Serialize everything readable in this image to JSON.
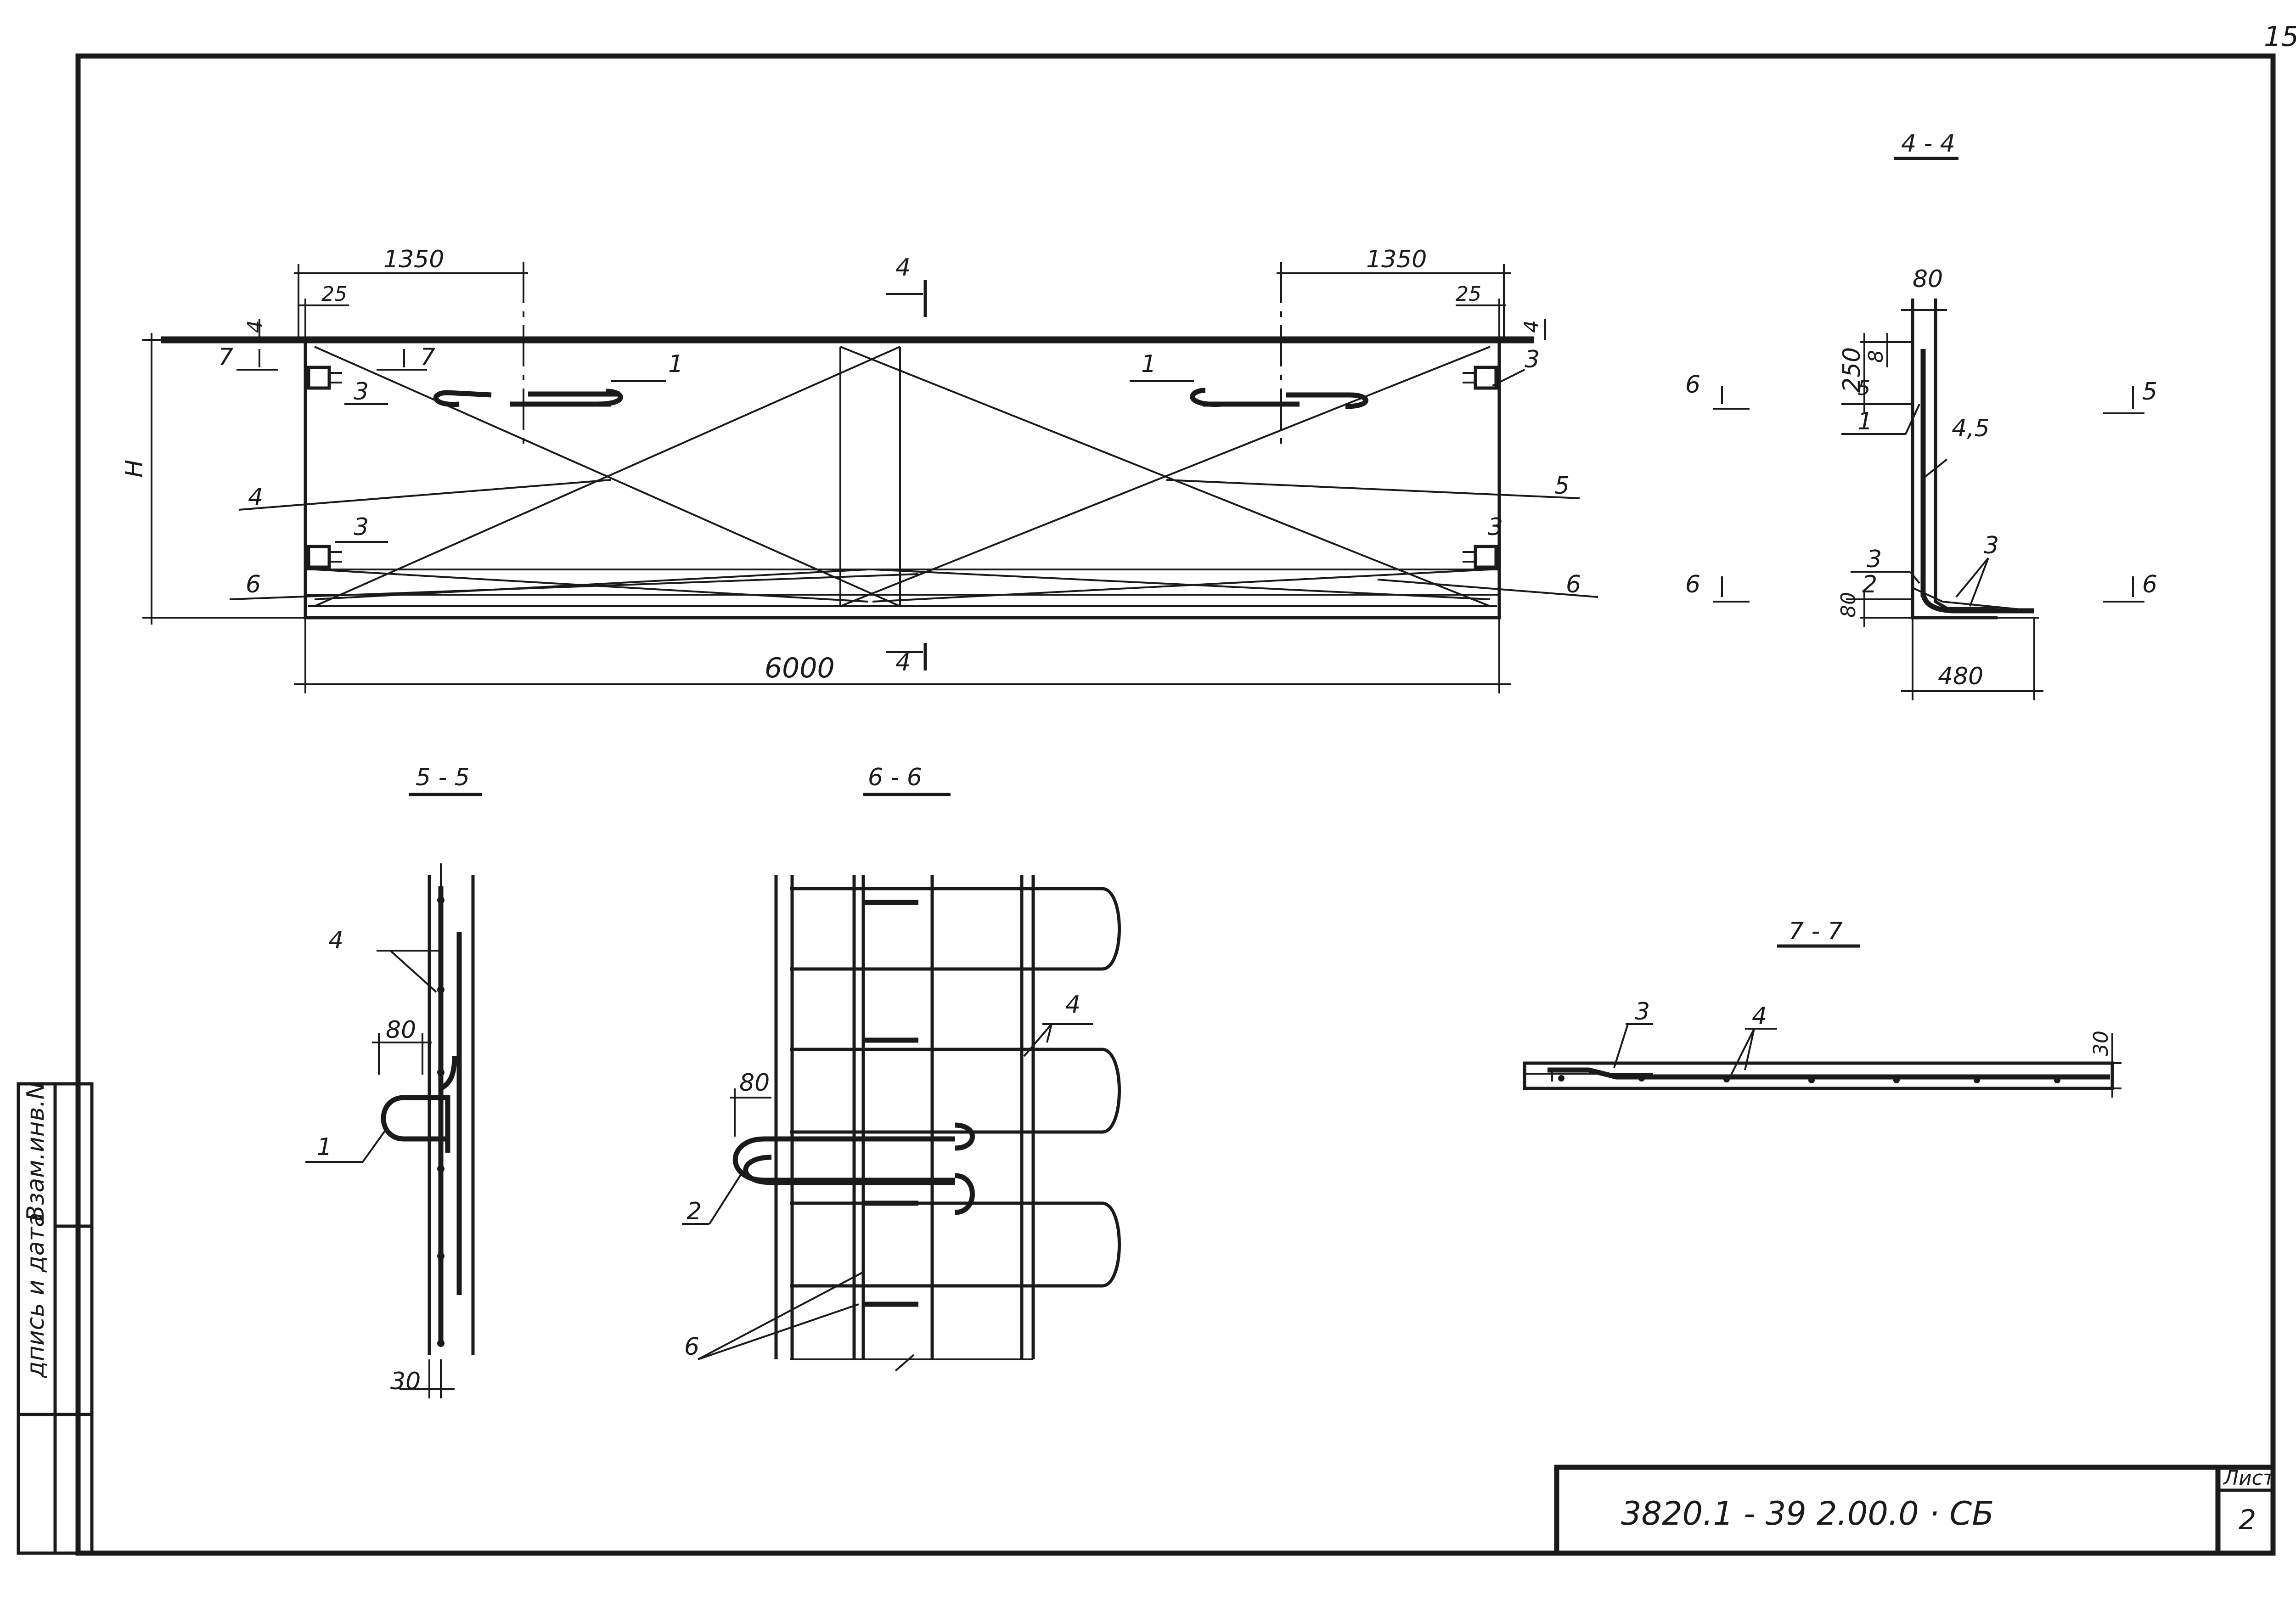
{
  "sheet_corner_number": "15",
  "main_view": {
    "dim_1350_left": "1350",
    "dim_1350_right": "1350",
    "dim_25_left": "25",
    "dim_25_right": "25",
    "dim_6000": "6000",
    "dim_H": "H",
    "section_mark_4": "4",
    "section_mark_7": "7",
    "callout_1": "1",
    "callout_3": "3",
    "callout_4": "4",
    "callout_5": "5",
    "callout_6": "6"
  },
  "section_4_4": {
    "title": "4 - 4",
    "dim_80_top": "80",
    "dim_250": "250",
    "dim_8": "8",
    "dim_80_bottom": "80",
    "dim_480": "480",
    "callout_5": "5",
    "callout_1": "1",
    "callout_45": "4,5",
    "callout_3a": "3",
    "callout_3b": "3",
    "callout_2": "2",
    "mark_5": "5",
    "mark_6": "6"
  },
  "section_5_5": {
    "title": "5 - 5",
    "callout_4": "4",
    "callout_1": "1",
    "dim_80": "80",
    "dim_30": "30"
  },
  "section_6_6": {
    "title": "6 - 6",
    "callout_4": "4",
    "callout_2": "2",
    "callout_6": "6",
    "dim_80": "80"
  },
  "section_7_7": {
    "title": "7 - 7",
    "callout_3": "3",
    "callout_4": "4",
    "dim_30": "30"
  },
  "side_stamp": {
    "label_1": "Взам.инв.N",
    "label_2": "дпись и дата"
  },
  "title_block": {
    "doc_code": "3820.1 - 39  2.00.0 · СБ",
    "sheet_label": "Лист",
    "sheet_number": "2"
  }
}
